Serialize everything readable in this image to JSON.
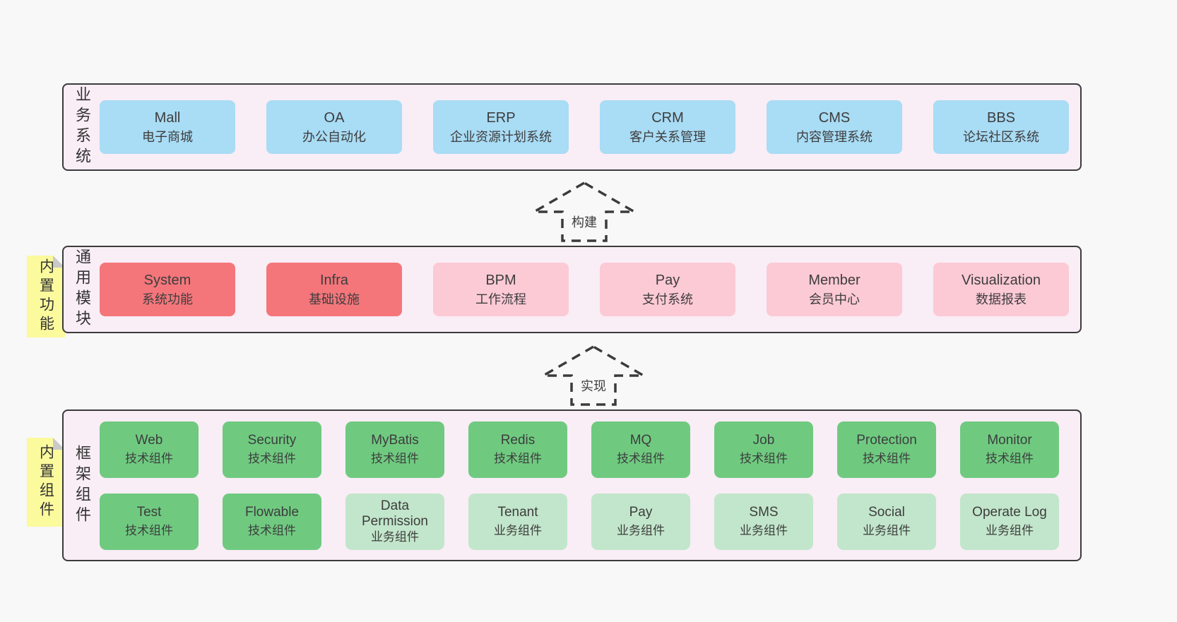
{
  "colors": {
    "page_bg": "#f8f8f8",
    "panel_bg": "#f9edf6",
    "panel_border": "#3b3b3b",
    "blue": "#a9dcf5",
    "red": "#f4767b",
    "pink": "#fccad5",
    "green": "#6fca80",
    "light_green": "#c2e6cb",
    "yellow_tag": "#fbfa9d",
    "text": "#3d3d3d"
  },
  "business": {
    "label": "业务系统",
    "items": [
      {
        "en": "Mall",
        "zh": "电子商城"
      },
      {
        "en": "OA",
        "zh": "办公自动化"
      },
      {
        "en": "ERP",
        "zh": "企业资源计划系统"
      },
      {
        "en": "CRM",
        "zh": "客户关系管理"
      },
      {
        "en": "CMS",
        "zh": "内容管理系统"
      },
      {
        "en": "BBS",
        "zh": "论坛社区系统"
      }
    ]
  },
  "arrow_build": {
    "label": "构建"
  },
  "modules": {
    "label": "通用模块",
    "tag": "内置功能",
    "items": [
      {
        "en": "System",
        "zh": "系统功能",
        "variant": "red"
      },
      {
        "en": "Infra",
        "zh": "基础设施",
        "variant": "red"
      },
      {
        "en": "BPM",
        "zh": "工作流程",
        "variant": "pink"
      },
      {
        "en": "Pay",
        "zh": "支付系统",
        "variant": "pink"
      },
      {
        "en": "Member",
        "zh": "会员中心",
        "variant": "pink"
      },
      {
        "en": "Visualization",
        "zh": "数据报表",
        "variant": "pink"
      }
    ]
  },
  "arrow_implement": {
    "label": "实现"
  },
  "framework": {
    "label": "框架组件",
    "tag": "内置组件",
    "row1": [
      {
        "en": "Web",
        "zh": "技术组件",
        "variant": "green"
      },
      {
        "en": "Security",
        "zh": "技术组件",
        "variant": "green"
      },
      {
        "en": "MyBatis",
        "zh": "技术组件",
        "variant": "green"
      },
      {
        "en": "Redis",
        "zh": "技术组件",
        "variant": "green"
      },
      {
        "en": "MQ",
        "zh": "技术组件",
        "variant": "green"
      },
      {
        "en": "Job",
        "zh": "技术组件",
        "variant": "green"
      },
      {
        "en": "Protection",
        "zh": "技术组件",
        "variant": "green"
      },
      {
        "en": "Monitor",
        "zh": "技术组件",
        "variant": "green"
      }
    ],
    "row2": [
      {
        "en": "Test",
        "zh": "技术组件",
        "variant": "green"
      },
      {
        "en": "Flowable",
        "zh": "技术组件",
        "variant": "green"
      },
      {
        "en": "Data Permission",
        "zh": "业务组件",
        "variant": "light_green"
      },
      {
        "en": "Tenant",
        "zh": "业务组件",
        "variant": "light_green"
      },
      {
        "en": "Pay",
        "zh": "业务组件",
        "variant": "light_green"
      },
      {
        "en": "SMS",
        "zh": "业务组件",
        "variant": "light_green"
      },
      {
        "en": "Social",
        "zh": "业务组件",
        "variant": "light_green"
      },
      {
        "en": "Operate Log",
        "zh": "业务组件",
        "variant": "light_green"
      }
    ]
  }
}
